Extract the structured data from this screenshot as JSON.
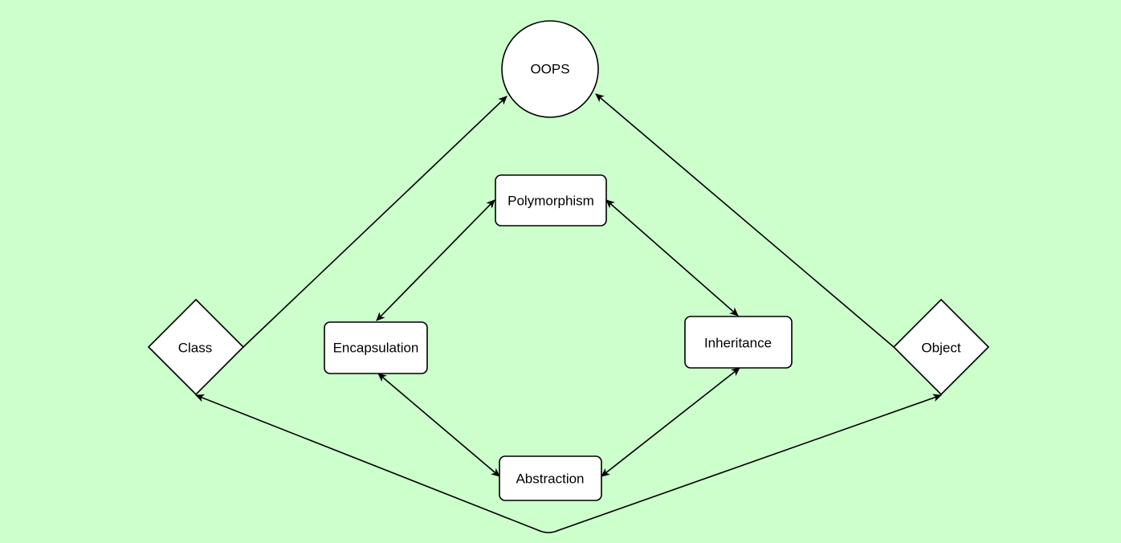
{
  "diagram": {
    "nodes": {
      "oops": {
        "label": "OOPS"
      },
      "polymorphism": {
        "label": "Polymorphism"
      },
      "encapsulation": {
        "label": "Encapsulation"
      },
      "inheritance": {
        "label": "Inheritance"
      },
      "abstraction": {
        "label": "Abstraction"
      },
      "class": {
        "label": "Class"
      },
      "object": {
        "label": "Object"
      }
    },
    "edges": [
      {
        "from": "class",
        "to": "oops",
        "arrow": "end"
      },
      {
        "from": "object",
        "to": "oops",
        "arrow": "end"
      },
      {
        "from": "polymorphism",
        "to": "encapsulation",
        "arrow": "both"
      },
      {
        "from": "polymorphism",
        "to": "inheritance",
        "arrow": "both"
      },
      {
        "from": "encapsulation",
        "to": "abstraction",
        "arrow": "both"
      },
      {
        "from": "inheritance",
        "to": "abstraction",
        "arrow": "both"
      },
      {
        "from": "class",
        "to": "object",
        "arrow": "both"
      }
    ],
    "colors": {
      "background": "#ccffcc",
      "node_fill": "#ffffff",
      "stroke": "#000000"
    }
  }
}
